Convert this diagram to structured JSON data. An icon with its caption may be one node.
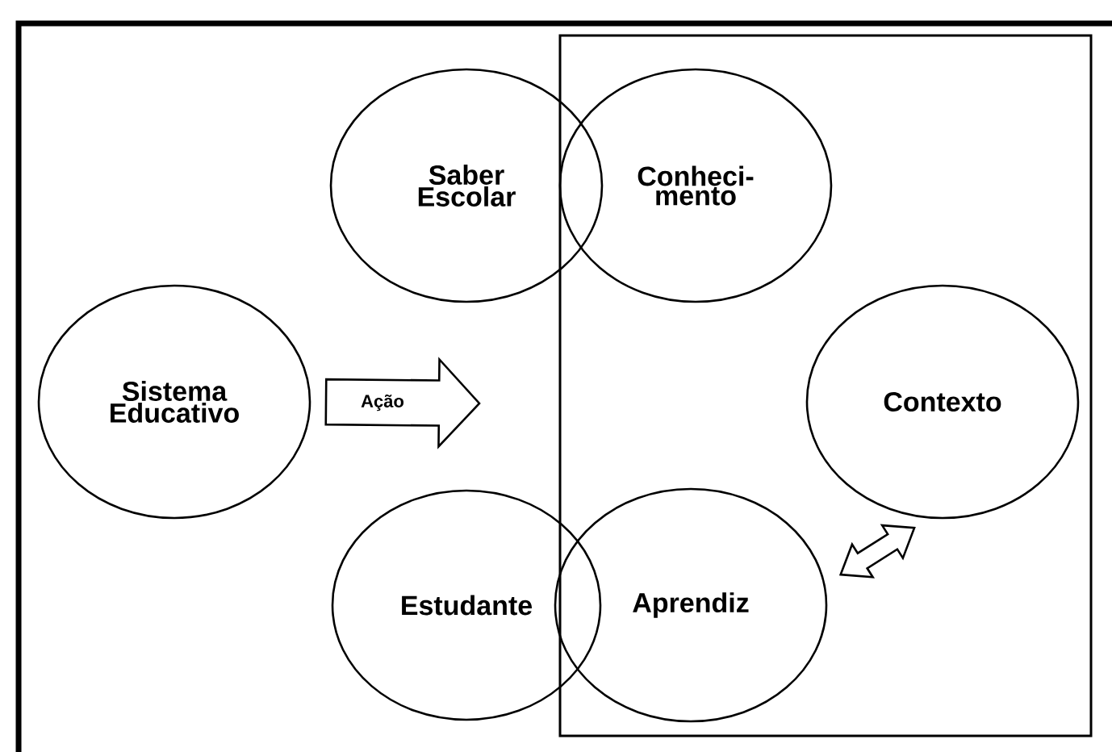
{
  "diagram": {
    "nodes": [
      {
        "text": [
          "Saber Escolar"
        ]
      },
      {
        "text": [
          "Conheci- mento"
        ]
      },
      {
        "text": [
          "Sistema Educativo"
        ]
      },
      {
        "text": [
          "Contexto"
        ]
      },
      {
        "text": [
          "Estudante"
        ]
      },
      {
        "text": [
          "Aprendiz"
        ]
      }
    ],
    "edges": [
      {
        "from": 2,
        "to": null,
        "arrow": "to",
        "label": "Ação"
      },
      {
        "from": 5,
        "to": 3,
        "arrow": "both"
      }
    ]
  }
}
